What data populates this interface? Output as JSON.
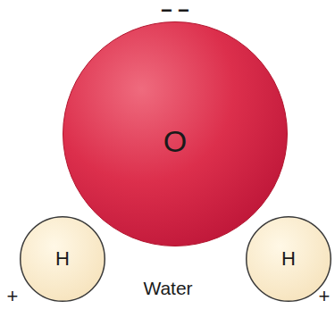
{
  "diagram": {
    "nodes": [
      {
        "text": [
          "O"
        ]
      },
      {
        "text": [
          "H"
        ]
      },
      {
        "text": [
          "H"
        ]
      }
    ],
    "labels": [
      "− −",
      "+",
      "+",
      "Water"
    ]
  }
}
